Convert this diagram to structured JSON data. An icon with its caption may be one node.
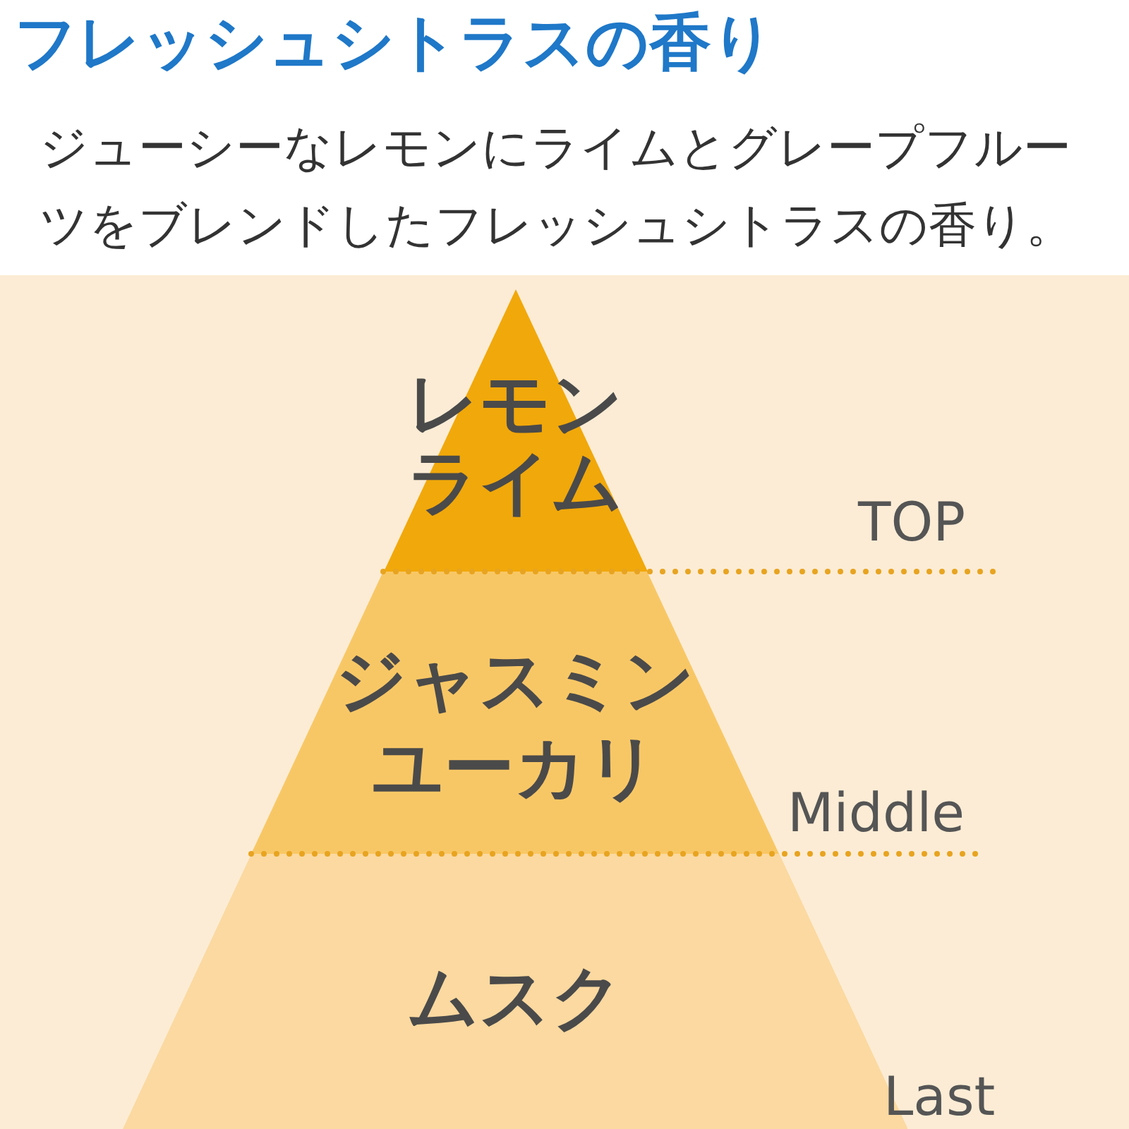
{
  "diagram": {
    "title": "フレッシュシトラスの香り",
    "nodes": [
      {
        "text": [
          "レモン",
          "ライム"
        ]
      },
      {
        "text": [
          "ジャスミン",
          "ユーカリ"
        ]
      },
      {
        "text": [
          "ムスク"
        ]
      }
    ],
    "labels": [
      "ジューシーなレモンにライムとグレープフルーツをブレンドしたフレッシュシトラスの香り。",
      "TOP",
      "Middle",
      "Last"
    ]
  }
}
